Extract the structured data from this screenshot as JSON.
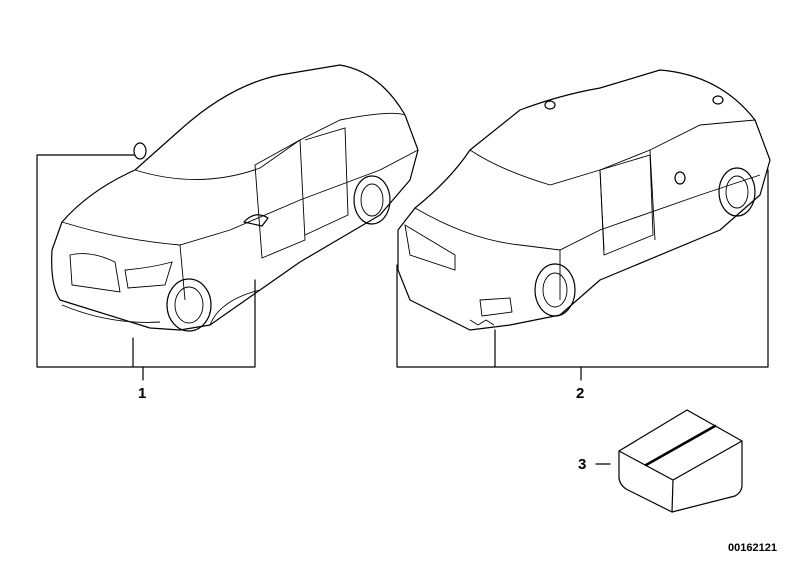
{
  "callouts": [
    {
      "number": "1",
      "part": "front-car-parts"
    },
    {
      "number": "2",
      "part": "rear-car-parts"
    },
    {
      "number": "3",
      "part": "box"
    }
  ],
  "diagram_id": "00162121"
}
